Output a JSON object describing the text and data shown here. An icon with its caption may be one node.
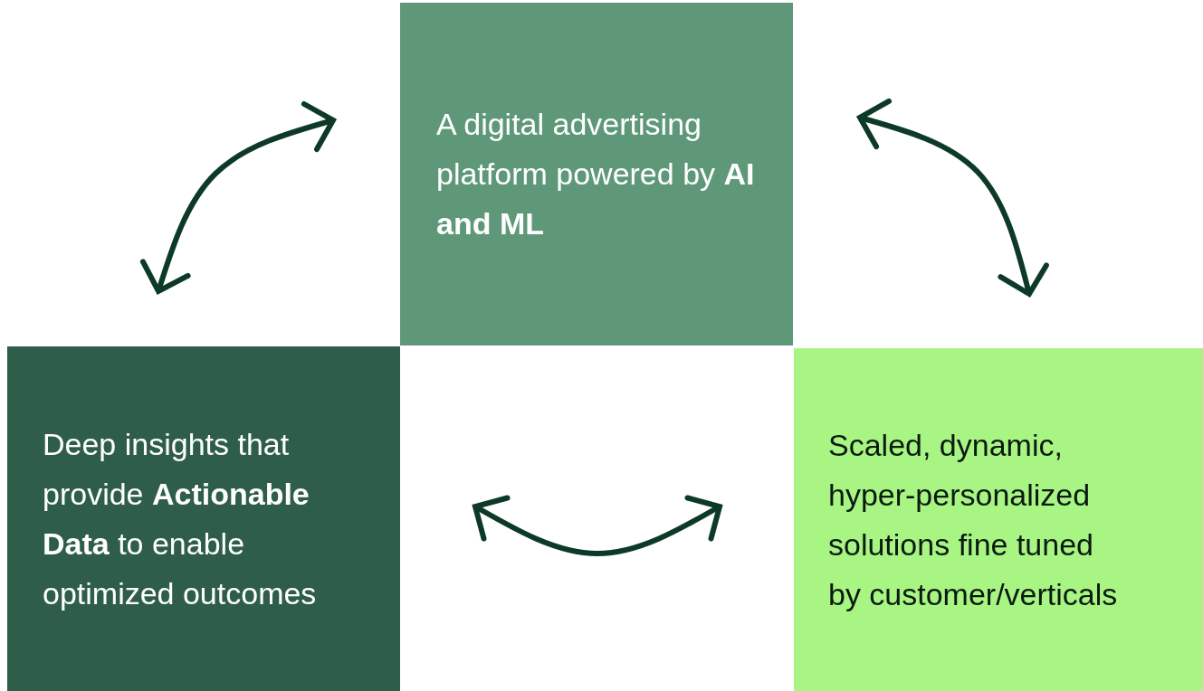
{
  "diagram": {
    "nodes": [
      {
        "text": [
          "A digital advertising platform powered by **AI and ML**"
        ]
      },
      {
        "text": [
          "Deep insights that provide **Actionable Data** to enable optimized outcomes"
        ]
      },
      {
        "text": [
          "Scaled, dynamic, hyper-personalized solutions fine tuned by customer/verticals"
        ]
      }
    ],
    "edges": [
      {
        "from": 1,
        "to": 0,
        "arrow": "both"
      },
      {
        "from": 0,
        "to": 2,
        "arrow": "both"
      },
      {
        "from": 1,
        "to": 2,
        "arrow": "both"
      }
    ]
  }
}
